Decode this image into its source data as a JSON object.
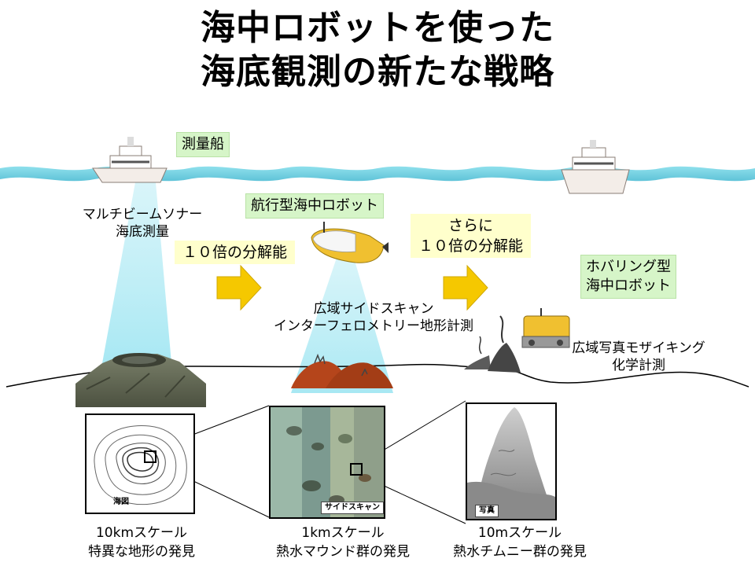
{
  "title_line1": "海中ロボットを使った",
  "title_line2": "海底観測の新たな戦略",
  "labels": {
    "survey_ship": "測量船",
    "sonar_line1": "マルチビームソナー",
    "sonar_line2": "海底測量",
    "auv": "航行型海中ロボット",
    "resolution1": "１０倍の分解能",
    "resolution2_line1": "さらに",
    "resolution2_line2": "１０倍の分解能",
    "hovering_line1": "ホバリング型",
    "hovering_line2": "海中ロボット",
    "sidescan_line1": "広域サイドスキャン",
    "sidescan_line2": "インターフェロメトリー地形計測",
    "mosaic_line1": "広域写真モザイキング",
    "mosaic_line2": "化学計測"
  },
  "panels": {
    "map_tag": "海図",
    "sidescan_tag": "サイドスキャン",
    "photo_tag": "写真"
  },
  "captions": {
    "c1_line1": "10kmスケール",
    "c1_line2": "特異な地形の発見",
    "c2_line1": "1kmスケール",
    "c2_line2": "熱水マウンド群の発見",
    "c3_line1": "10mスケール",
    "c3_line2": "熱水チムニー群の発見"
  },
  "colors": {
    "sea": "#7fd6e6",
    "beam": "#c8f0f7",
    "arrow": "#f5c800",
    "mound": "#b5451b",
    "auv_body": "#f0c030"
  }
}
